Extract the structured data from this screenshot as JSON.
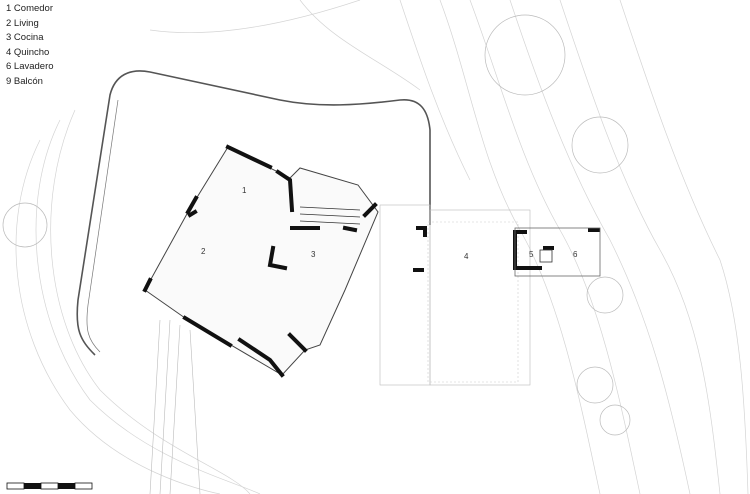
{
  "legend": [
    "1 Comedor",
    "2 Living",
    "3 Cocina",
    "4 Quincho",
    "6 Lavadero",
    "9 Balcón"
  ],
  "room_labels": [
    "1",
    "2",
    "3",
    "4",
    "5",
    "6"
  ]
}
